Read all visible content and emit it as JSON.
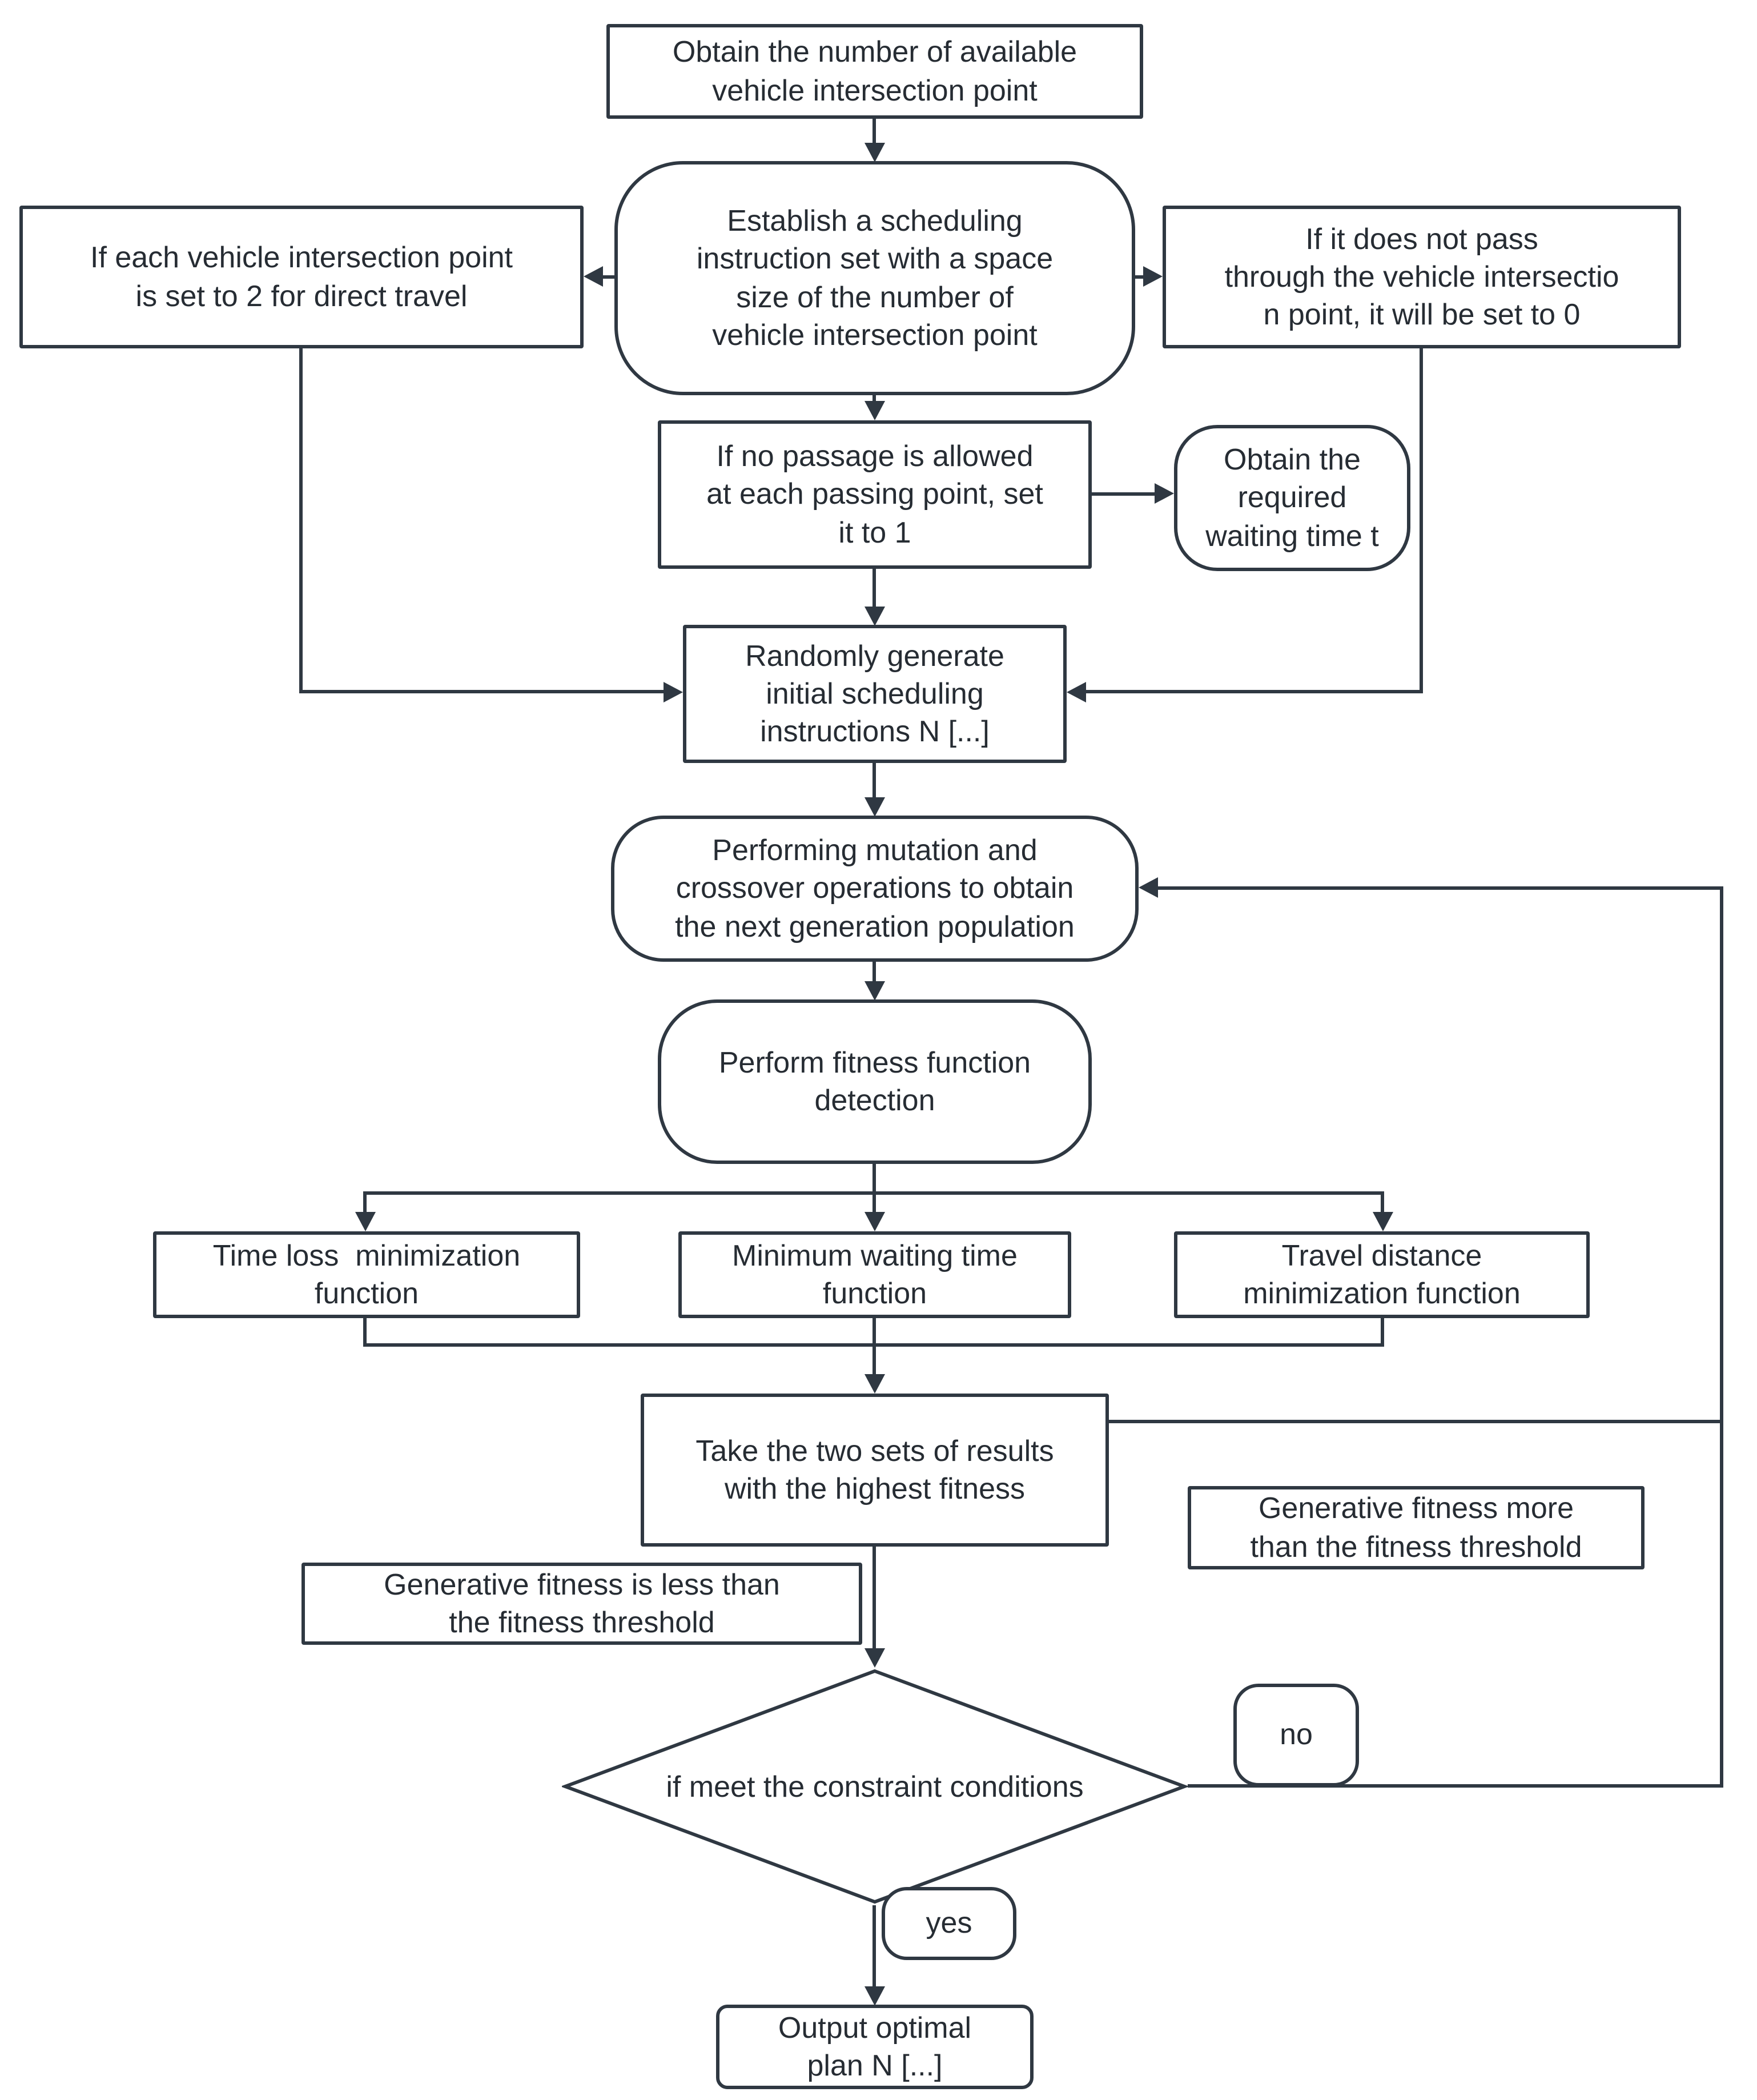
{
  "diagram": {
    "type": "flowchart",
    "colors": {
      "stroke": "#2f3842",
      "text": "#262c33",
      "background": "#ffffff"
    },
    "nodes": {
      "obtain_count": "Obtain the number of available\nvehicle intersection point",
      "establish_set": "Establish a scheduling\ninstruction set with a space\nsize of the number of\nvehicle intersection point",
      "direct_travel": "If each vehicle intersection point\nis set to 2 for direct travel",
      "not_pass": "If it does not pass\nthrough the vehicle intersectio\nn point, it will be set to 0",
      "no_passage": "If no passage is allowed\nat each passing point, set\nit to 1",
      "waiting_time": "Obtain the\nrequired\nwaiting time t",
      "random_generate": "Randomly generate\ninitial scheduling\ninstructions N [...]",
      "mutation": "Performing mutation and\ncrossover operations to obtain\nthe next generation population",
      "fitness_detect": "Perform fitness function\ndetection",
      "time_loss": "Time loss  minimization\nfunction",
      "min_wait": "Minimum waiting time\nfunction",
      "travel_dist": "Travel distance\nminimization function",
      "take_two": "Take the two sets of results\nwith the highest fitness",
      "gen_more": "Generative fitness more\nthan the fitness threshold",
      "gen_less": "Generative fitness is less than\nthe fitness threshold",
      "constraint": "if meet the constraint conditions",
      "no_label": "no",
      "yes_label": "yes",
      "output": "Output optimal\nplan N [...]"
    }
  }
}
